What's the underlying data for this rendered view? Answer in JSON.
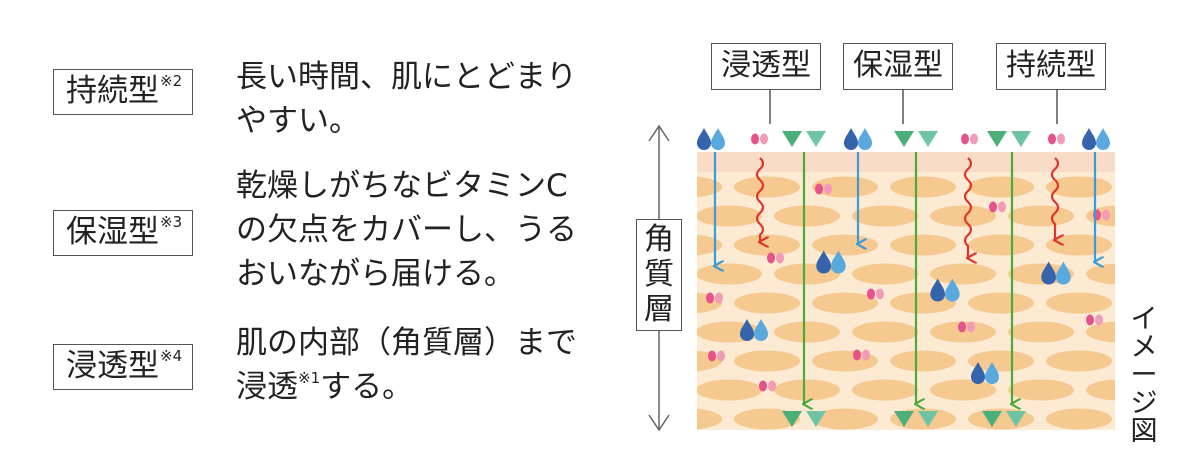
{
  "legend": {
    "items": [
      {
        "name": "持続型",
        "note": "※2",
        "desc_lines": [
          "長い時間、肌にとどまり",
          "やすい。"
        ]
      },
      {
        "name": "保湿型",
        "note": "※3",
        "desc_lines": [
          "乾燥しがちなビタミンC",
          "の欠点をカバーし、うる",
          "おいながら届ける。"
        ]
      },
      {
        "name": "浸透型",
        "note": "※4",
        "desc_lines_a": [
          "肌の内部（角質層）まで"
        ],
        "desc_line_last_prefix": "浸透",
        "desc_line_last_note": "※1",
        "desc_line_last_suffix": "する。"
      }
    ]
  },
  "diagram": {
    "top_labels": [
      "浸透型",
      "保湿型",
      "持続型"
    ],
    "stratum_label_chars": [
      "角",
      "質",
      "層"
    ],
    "caption_chars": [
      "イ",
      "メ",
      "ー",
      "ジ",
      "図"
    ]
  },
  "colors": {
    "layer_bg": "#fcebd2",
    "layer_top": "#f9dcc6",
    "cells": "#f5c98f",
    "blue_drop_dark": "#3563ac",
    "blue_drop_light": "#5aa9de",
    "green_triangle": "#4caf7a",
    "green_triangle_light": "#6fc4a4",
    "pink_drop": "#e8528a",
    "pink_drop_light": "#f29bb7",
    "blue_arrow": "#3a9bd9",
    "green_arrow": "#4caa3c",
    "red_arrow": "#e0332c"
  }
}
